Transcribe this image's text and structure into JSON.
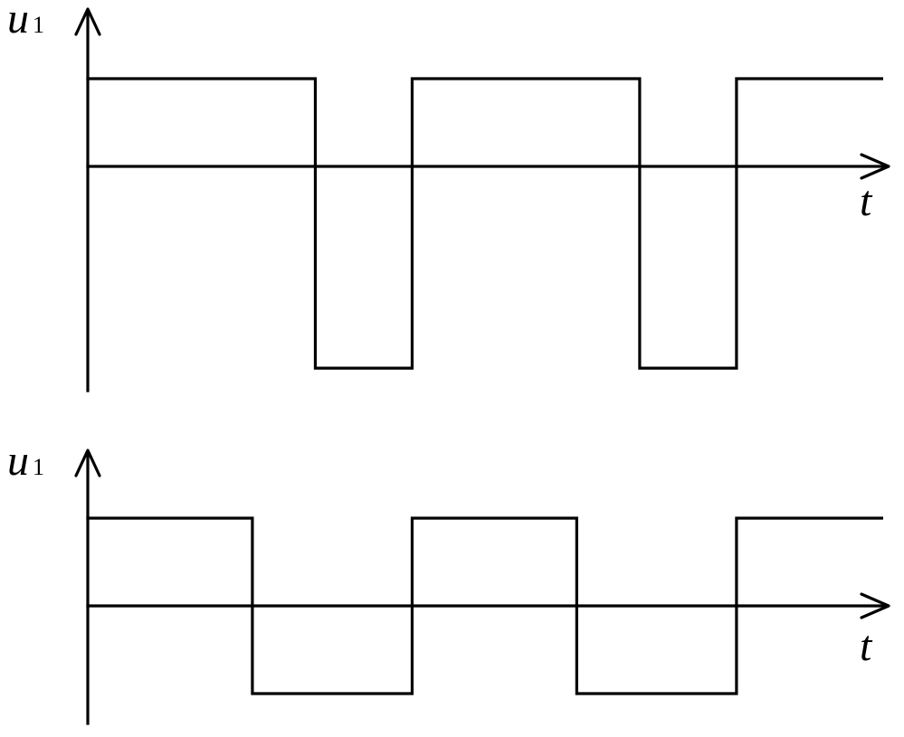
{
  "chart_data": [
    {
      "type": "line",
      "step": true,
      "ylabel": "u",
      "ylabel_subscript": "1",
      "xlabel": "t",
      "series": [
        {
          "x": [
            0,
            2.35,
            2.35,
            3.35,
            3.35,
            5.7,
            5.7,
            6.7,
            6.7,
            8.2
          ],
          "y": [
            1,
            1,
            -2.3,
            -2.3,
            1,
            1,
            -2.3,
            -2.3,
            1,
            1
          ]
        }
      ]
    },
    {
      "type": "line",
      "step": true,
      "ylabel": "u",
      "ylabel_subscript": "1",
      "xlabel": "t",
      "series": [
        {
          "x": [
            0,
            1.7,
            1.7,
            3.35,
            3.35,
            5.05,
            5.05,
            6.7,
            6.7,
            8.2
          ],
          "y": [
            1,
            1,
            -1,
            -1,
            1,
            1,
            -1,
            -1,
            1,
            1
          ]
        }
      ]
    }
  ]
}
